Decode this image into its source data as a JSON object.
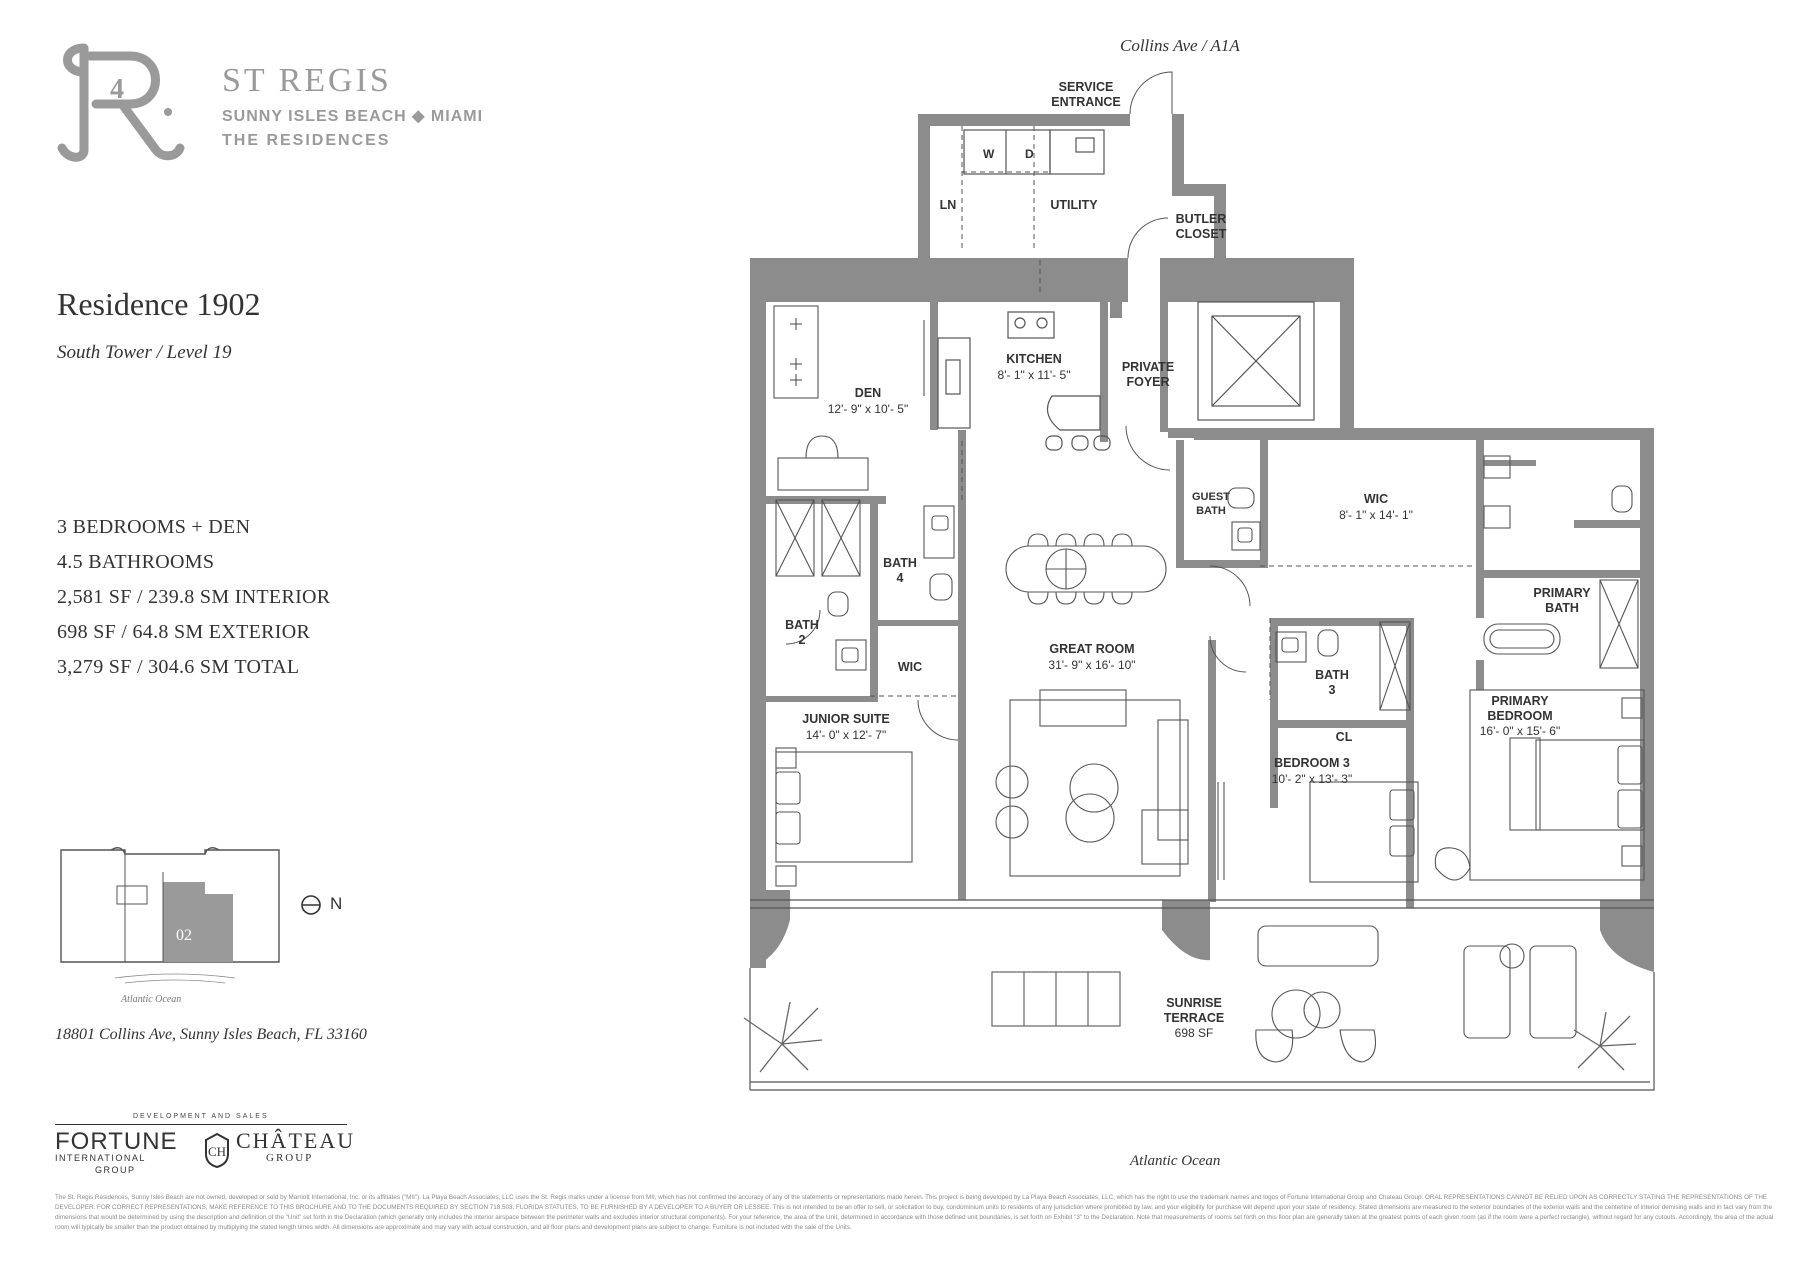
{
  "brand": {
    "name": "ST REGIS",
    "location": "SUNNY ISLES BEACH ◆ MIAMI",
    "collection": "THE RESIDENCES"
  },
  "residence": {
    "title": "Residence 1902",
    "subtitle": "South Tower / Level 19"
  },
  "specs": [
    "3 BEDROOMS + DEN",
    "4.5 BATHROOMS",
    "2,581 SF / 239.8 SM INTERIOR",
    "698 SF / 64.8 SM EXTERIOR",
    "3,279 SF / 304.6 SM TOTAL"
  ],
  "key_plan": {
    "unit_number": "02",
    "north_label": "N",
    "ocean_label": "Atlantic Ocean"
  },
  "address": "18801 Collins Ave, Sunny Isles Beach, FL 33160",
  "developers": {
    "label": "DEVELOPMENT AND SALES",
    "fortune": "FORTUNE",
    "fortune_sub": "INTERNATIONAL",
    "fortune_sub2": "GROUP",
    "chateau": "CHÂTEAU",
    "chateau_sub": "GROUP"
  },
  "plan": {
    "street_label": "Collins Ave / A1A",
    "ocean_label": "Atlantic Ocean",
    "rooms": {
      "service_entrance": "SERVICE\nENTRANCE",
      "utility": "UTILITY",
      "ln": "LN",
      "w": "W",
      "d": "D",
      "butler_closet": "BUTLER\nCLOSET",
      "kitchen": "KITCHEN",
      "kitchen_dim": "8'- 1\" x 11'- 5\"",
      "den": "DEN",
      "den_dim": "12'- 9\" x 10'- 5\"",
      "private_foyer": "PRIVATE\nFOYER",
      "guest_bath": "GUEST\nBATH",
      "wic_main": "WIC",
      "wic_main_dim": "8'- 1\" x 14'- 1\"",
      "primary_bath": "PRIMARY\nBATH",
      "bath4": "BATH\n4",
      "bath2": "BATH\n2",
      "wic_junior": "WIC",
      "junior_suite": "JUNIOR SUITE",
      "junior_suite_dim": "14'- 0\" x 12'- 7\"",
      "great_room": "GREAT ROOM",
      "great_room_dim": "31'- 9\" x 16'- 10\"",
      "bath3": "BATH\n3",
      "cl": "CL",
      "bedroom3": "BEDROOM 3",
      "bedroom3_dim": "10'- 2\" x 13'- 3\"",
      "primary_bedroom": "PRIMARY\nBEDROOM",
      "primary_bedroom_dim": "16'- 0\" x 15'- 6\"",
      "sunrise_terrace": "SUNRISE\nTERRACE",
      "terrace_area": "698 SF"
    }
  },
  "disclaimer": "The St. Regis Residences, Sunny Isles Beach are not owned, developed or sold by Marriott International, Inc. or its affiliates (\"MII\"). La Playa Beach Associates, LLC uses the St. Regis marks under a license from MII, which has not confirmed the accuracy of any of the statements or representations made herein. This project is being developed by La Playa Beach Associates, LLC, which has the right to use the trademark names and logos of Fortune International Group and Chateau Group. ORAL REPRESENTATIONS CANNOT BE RELIED UPON AS CORRECTLY STATING THE REPRESENTATIONS OF THE DEVELOPER. FOR CORRECT REPRESENTATIONS, MAKE REFERENCE TO THIS BROCHURE AND TO THE DOCUMENTS REQUIRED BY SECTION 718.503, FLORIDA STATUTES, TO BE FURNISHED BY A DEVELOPER TO A BUYER OR LESSEE. This is not intended to be an offer to sell, or solicitation to buy, condominium units to residents of any jurisdiction where prohibited by law, and your eligibility for purchase will depend upon your state of residency. Stated dimensions are measured to the exterior boundaries of the exterior walls and the centerline of interior demising walls and in fact vary from the dimensions that would be determined by using the description and definition of the \"Unit\" set forth in the Declaration (which generally only includes the interior airspace between the perimeter walls and excludes interior structural components). For your reference, the area of the Unit, determined in accordance with those defined unit boundaries, is set forth on Exhibit \"3\" to the Declaration. Note that measurements of rooms set forth on this floor plan are generally taken at the greatest points of each given room (as if the room were a perfect rectangle), without regard for any cutouts. Accordingly, the area of the actual room will typically be smaller than the product obtained by multiplying the stated length times width. All dimensions are approximate and may vary with actual construction, and all floor plans and development plans are subject to change. Furniture is not included with the sale of the Units."
}
